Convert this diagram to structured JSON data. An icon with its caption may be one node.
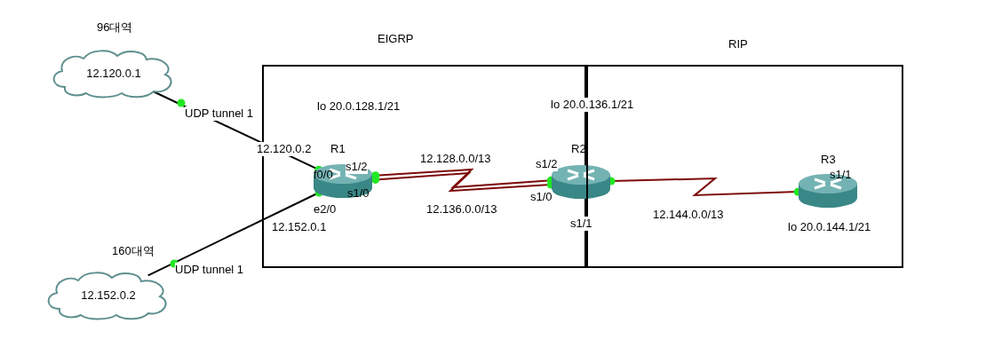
{
  "diagram": {
    "nodes": [
      {
        "text": [
          "EIGRP"
        ]
      },
      {
        "text": [
          "RIP"
        ]
      },
      {
        "text": [
          "96대역",
          "12.120.0.1"
        ]
      },
      {
        "text": [
          "160대역",
          "12.152.0.2"
        ]
      },
      {
        "text": [
          "R1",
          "f0/0",
          "s1/0"
        ],
        "in": 0,
        "beside": [
          "lo 20.0.128.1/21",
          "12.120.0.2",
          "s1/2",
          "e2/0",
          "12.152.0.1"
        ]
      },
      {
        "text": [
          "R2"
        ],
        "in": 0,
        "beside": [
          "s1/2",
          "s1/0",
          "s1/1"
        ]
      },
      {
        "text": [
          "R3"
        ],
        "in": 1,
        "beside": [
          "s1/1",
          "lo 20.0.144.1/21"
        ]
      }
    ],
    "edges": [
      {
        "from": 2,
        "to": 4,
        "arrow": "none",
        "label": "UDP tunnel 1",
        "color": "#000000"
      },
      {
        "from": 3,
        "to": 4,
        "arrow": "none",
        "label": "UDP tunnel 1",
        "color": "#000000"
      },
      {
        "from": 4,
        "to": 5,
        "arrow": "none",
        "label": "12.128.0.0/13"
      },
      {
        "from": 4,
        "to": 5,
        "arrow": "none",
        "label": "12.136.0.0/13"
      },
      {
        "from": 5,
        "to": 6,
        "arrow": "none",
        "label": "12.144.0.0/13"
      }
    ],
    "labels": [
      "lo 20.0.136.1/21"
    ]
  }
}
